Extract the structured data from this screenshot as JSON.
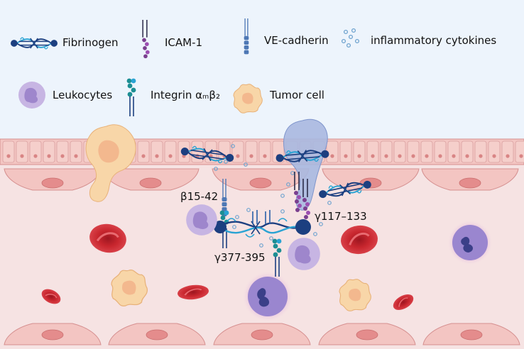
{
  "legend": {
    "fibrinogen": "Fibrinogen",
    "icam1": "ICAM-1",
    "ve_cadherin": "VE-cadherin",
    "cytokines": "inflammatory cytokines",
    "leukocytes": "Leukocytes",
    "integrin": "Integrin αₘβ₂",
    "tumor_cell": "Tumor cell"
  },
  "binding_sites": {
    "beta": "β15-42",
    "gamma1": "γ117–133",
    "gamma2": "γ377-395"
  },
  "colors": {
    "legend_bg": "#edf4fc",
    "tissue_bg": "#f6e3e3",
    "endothelium": "#f3c5c2",
    "nucleus": "#e48c8c",
    "fibrinogen_blue": "#1c3f80",
    "fibrinogen_cyan": "#2aa3d3",
    "icam_purple": "#7a3f8f",
    "ve_cadherin": "#4e78b5",
    "integrin_teal": "#1c8e93",
    "leukocyte": "#c7b5e3",
    "neutrophil": "#9a86cf",
    "tumor": "#f8d6a8",
    "rbc": "#c8262e"
  }
}
